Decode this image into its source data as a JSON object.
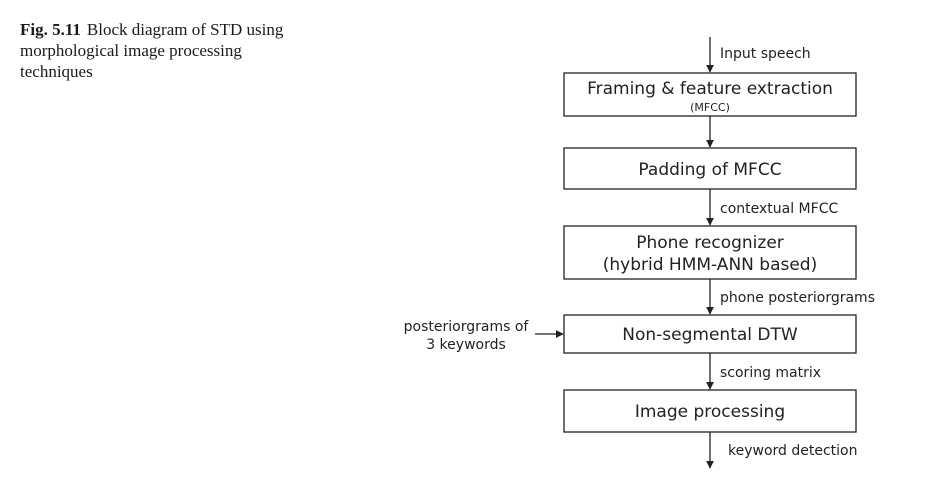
{
  "caption": {
    "fig_label": "Fig. 5.11",
    "text": "Block diagram of STD using morphological image processing techniques"
  },
  "diagram": {
    "input_label": "Input speech",
    "boxes": [
      {
        "line1": "Framing & feature extraction",
        "line2": "(MFCC)"
      },
      {
        "line1": "Padding of MFCC"
      },
      {
        "line1": "Phone recognizer",
        "line2": "(hybrid HMM-ANN based)"
      },
      {
        "line1": "Non-segmental DTW"
      },
      {
        "line1": "Image processing"
      }
    ],
    "edge_labels": [
      "contextual MFCC",
      "phone posteriorgrams",
      "scoring matrix"
    ],
    "output_label": "keyword detection",
    "side_input": {
      "line1": "posteriorgrams of",
      "line2": "3 keywords"
    }
  }
}
